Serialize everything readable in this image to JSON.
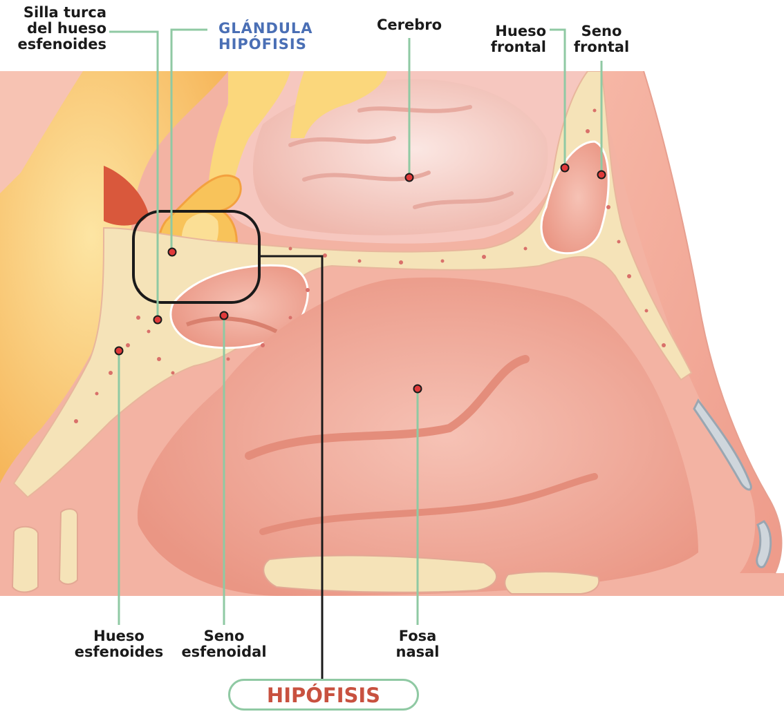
{
  "labels": {
    "silla_turca": [
      "Silla turca",
      "del hueso",
      "esfenoides"
    ],
    "glandula_hipofisis": [
      "GLÁNDULA",
      "HIPÓFISIS"
    ],
    "cerebro": [
      "Cerebro"
    ],
    "hueso_frontal": [
      "Hueso",
      "frontal"
    ],
    "seno_frontal": [
      "Seno",
      "frontal"
    ],
    "hueso_esfenoides": [
      "Hueso",
      "esfenoides"
    ],
    "seno_esfenoidal": [
      "Seno",
      "esfenoidal"
    ],
    "fosa_nasal": [
      "Fosa",
      "nasal"
    ],
    "hipofisis_box": "HIPÓFISIS"
  },
  "colors": {
    "leader_line": "#8fc9a3",
    "marker": "#e03a3a",
    "title_blue": "#4a6fb5",
    "title_red": "#c8513f",
    "bone": "#f5e3b8",
    "soft_tissue": "#f0a99a",
    "brain": "#f7d2cc"
  }
}
